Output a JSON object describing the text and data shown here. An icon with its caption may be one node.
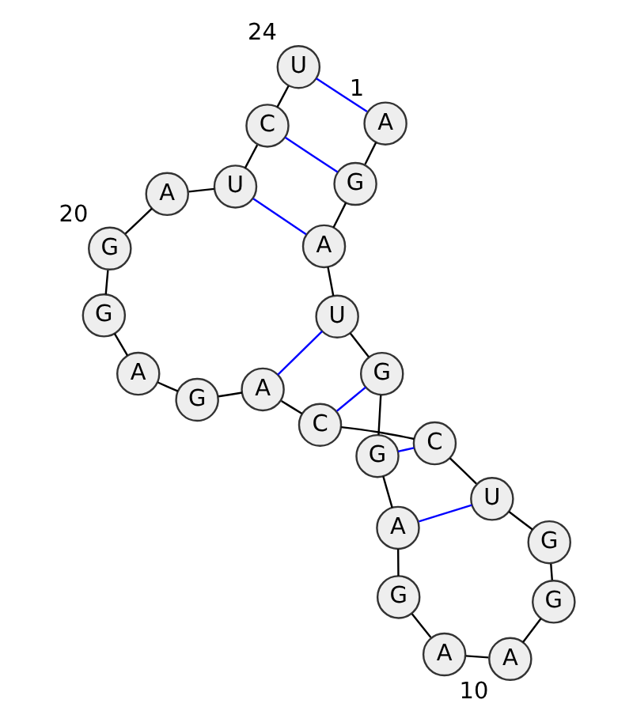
{
  "diagram": {
    "nodes": [
      {
        "text": [
          "A"
        ],
        "beside": [
          "1"
        ]
      },
      {
        "text": [
          "G"
        ]
      },
      {
        "text": [
          "A"
        ]
      },
      {
        "text": [
          "U"
        ]
      },
      {
        "text": [
          "G"
        ]
      },
      {
        "text": [
          "G"
        ]
      },
      {
        "text": [
          "A"
        ]
      },
      {
        "text": [
          "G"
        ]
      },
      {
        "text": [
          "A"
        ]
      },
      {
        "text": [
          "A"
        ],
        "beside": [
          "10"
        ]
      },
      {
        "text": [
          "G"
        ]
      },
      {
        "text": [
          "G"
        ]
      },
      {
        "text": [
          "U"
        ]
      },
      {
        "text": [
          "C"
        ]
      },
      {
        "text": [
          "C"
        ]
      },
      {
        "text": [
          "A"
        ]
      },
      {
        "text": [
          "G"
        ]
      },
      {
        "text": [
          "A"
        ]
      },
      {
        "text": [
          "G"
        ]
      },
      {
        "text": [
          "G"
        ],
        "beside": [
          "20"
        ]
      },
      {
        "text": [
          "A"
        ]
      },
      {
        "text": [
          "U"
        ]
      },
      {
        "text": [
          "C"
        ]
      },
      {
        "text": [
          "U"
        ],
        "beside": [
          "24"
        ]
      }
    ],
    "edges": [
      {
        "from": 0,
        "to": 1,
        "arrow": "none"
      },
      {
        "from": 1,
        "to": 2,
        "arrow": "none"
      },
      {
        "from": 2,
        "to": 3,
        "arrow": "none"
      },
      {
        "from": 3,
        "to": 4,
        "arrow": "none"
      },
      {
        "from": 4,
        "to": 5,
        "arrow": "none"
      },
      {
        "from": 5,
        "to": 6,
        "arrow": "none"
      },
      {
        "from": 6,
        "to": 7,
        "arrow": "none"
      },
      {
        "from": 7,
        "to": 8,
        "arrow": "none"
      },
      {
        "from": 8,
        "to": 9,
        "arrow": "none"
      },
      {
        "from": 9,
        "to": 10,
        "arrow": "none"
      },
      {
        "from": 10,
        "to": 11,
        "arrow": "none"
      },
      {
        "from": 11,
        "to": 12,
        "arrow": "none"
      },
      {
        "from": 12,
        "to": 13,
        "arrow": "none"
      },
      {
        "from": 13,
        "to": 14,
        "arrow": "none"
      },
      {
        "from": 14,
        "to": 15,
        "arrow": "none"
      },
      {
        "from": 15,
        "to": 16,
        "arrow": "none"
      },
      {
        "from": 16,
        "to": 17,
        "arrow": "none"
      },
      {
        "from": 17,
        "to": 18,
        "arrow": "none"
      },
      {
        "from": 18,
        "to": 19,
        "arrow": "none"
      },
      {
        "from": 19,
        "to": 20,
        "arrow": "none"
      },
      {
        "from": 20,
        "to": 21,
        "arrow": "none"
      },
      {
        "from": 21,
        "to": 22,
        "arrow": "none"
      },
      {
        "from": 22,
        "to": 23,
        "arrow": "none"
      },
      {
        "from": 0,
        "to": 23,
        "arrow": "none",
        "color": "#0000ff"
      },
      {
        "from": 1,
        "to": 22,
        "arrow": "none",
        "color": "#0000ff"
      },
      {
        "from": 2,
        "to": 21,
        "arrow": "none",
        "color": "#0000ff"
      },
      {
        "from": 3,
        "to": 15,
        "arrow": "none",
        "color": "#0000ff"
      },
      {
        "from": 4,
        "to": 14,
        "arrow": "none",
        "color": "#0000ff"
      },
      {
        "from": 5,
        "to": 13,
        "arrow": "none",
        "color": "#0000ff"
      },
      {
        "from": 6,
        "to": 12,
        "arrow": "none",
        "color": "#0000ff"
      }
    ]
  }
}
